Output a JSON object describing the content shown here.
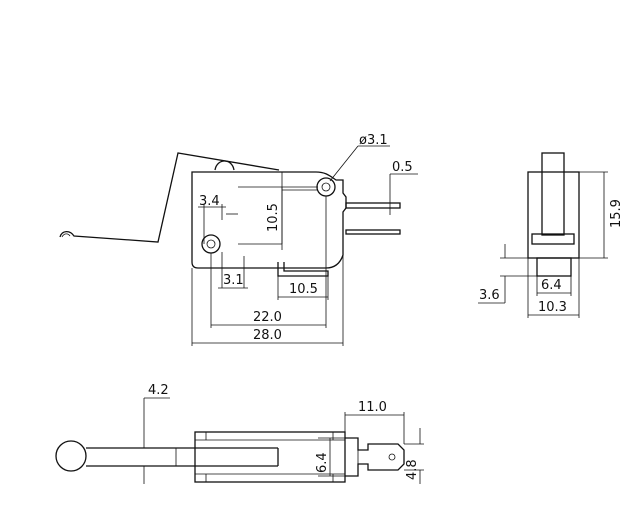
{
  "front_view": {
    "dim_hole_dia": "ø3.1",
    "dim_terminal_thickness": "0.5",
    "dim_lever_pivot_offset": "3.4",
    "dim_hole_vertical": "10.5",
    "dim_lever_bottom_offset": "3.1",
    "dim_terminal_spacing": "10.5",
    "dim_hole_spacing": "22.0",
    "dim_body_length": "28.0"
  },
  "side_view": {
    "dim_height": "15.9",
    "dim_base_step": "3.6",
    "dim_plunger_width": "6.4",
    "dim_body_width": "10.3"
  },
  "bottom_view": {
    "dim_lever_width": "4.2",
    "dim_terminal_length": "11.0",
    "dim_terminal_width": "6.4",
    "dim_terminal_tab": "4.8"
  }
}
